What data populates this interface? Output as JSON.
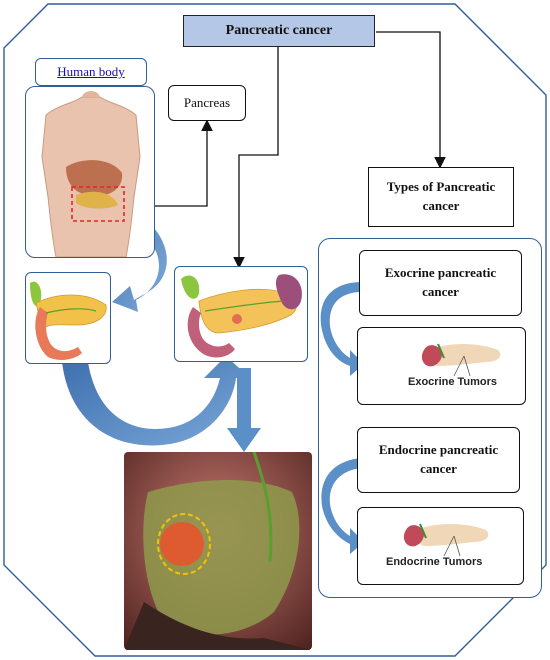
{
  "title": "Pancreatic cancer",
  "human_body_label": "Human body",
  "pancreas_label": "Pancreas",
  "types_label": "Types of Pancreatic cancer",
  "exocrine": {
    "label": "Exocrine pancreatic cancer",
    "tumor_caption": "Exocrine Tumors"
  },
  "endocrine": {
    "label": "Endocrine pancreatic cancer",
    "tumor_caption": "Endocrine Tumors"
  },
  "colors": {
    "title_fill": "#b4c7e7",
    "frame_border": "#2f5f96",
    "arrow_blue": "#5b8fc7",
    "highlight_red": "#e0262a",
    "tumor_circle": "#f3c400"
  }
}
